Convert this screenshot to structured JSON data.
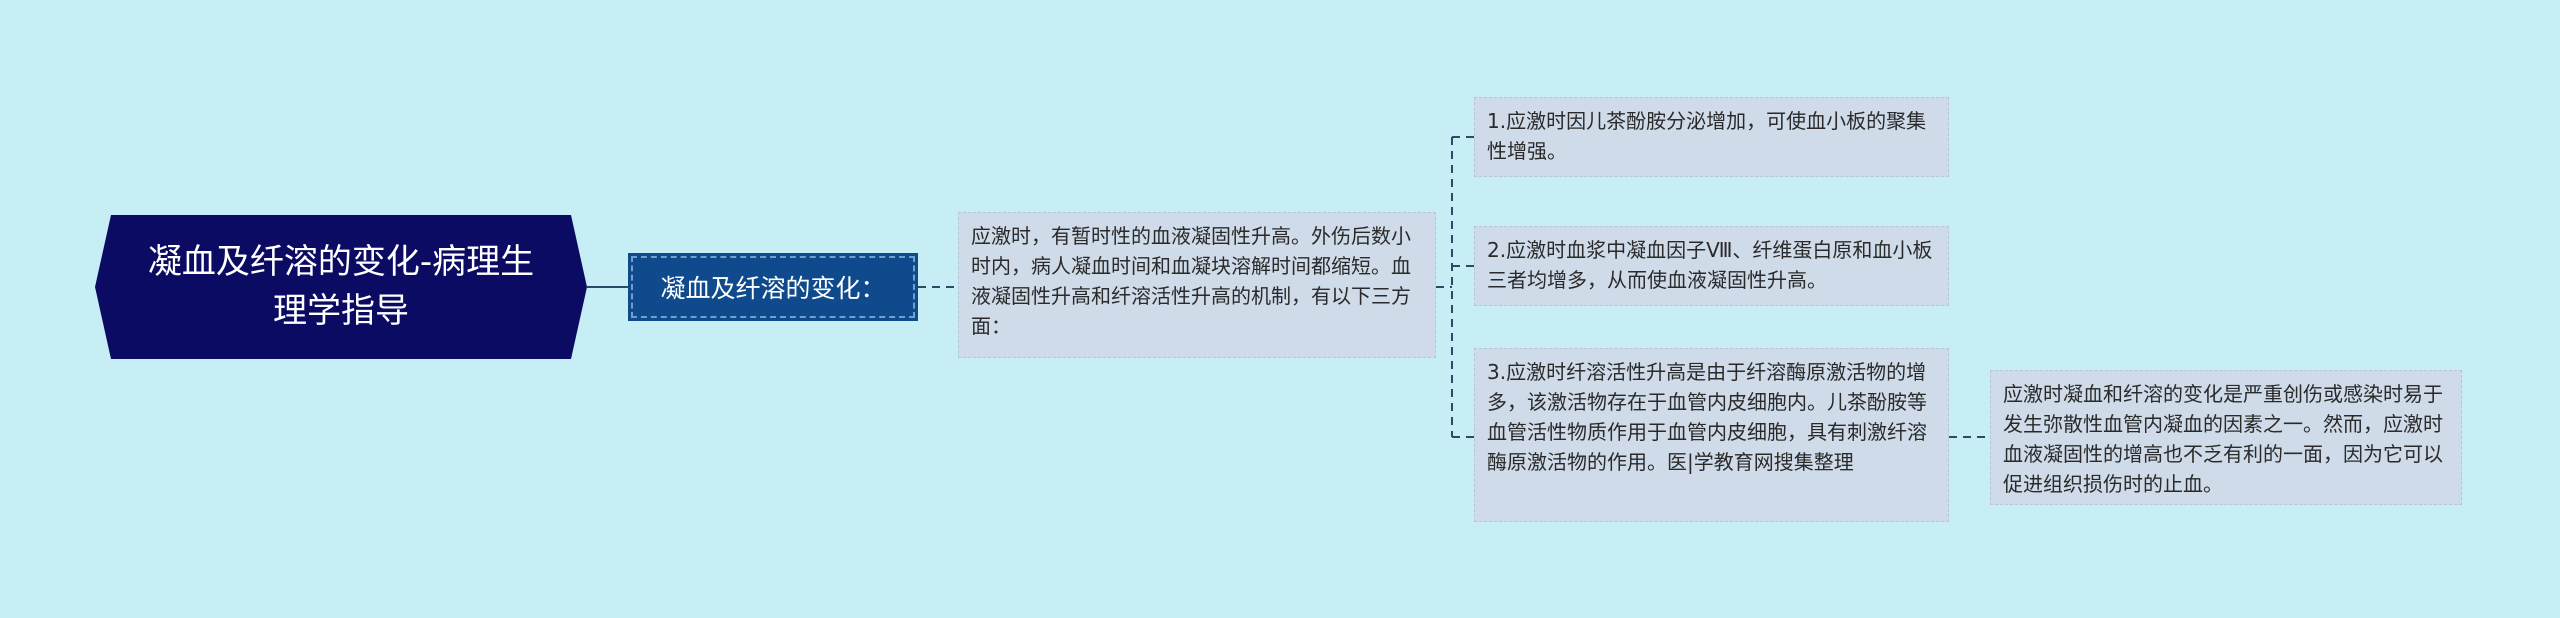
{
  "root": {
    "title": "凝血及纤溶的变化-病理生理学指导"
  },
  "level1": {
    "label": "凝血及纤溶的变化："
  },
  "mid": {
    "text": "应激时，有暂时性的血液凝固性升高。外伤后数小时内，病人凝血时间和血凝块溶解时间都缩短。血液凝固性升高和纤溶活性升高的机制，有以下三方面："
  },
  "children": [
    {
      "text": "1.应激时因儿茶酚胺分泌增加，可使血小板的聚集性增强。"
    },
    {
      "text": "2.应激时血浆中凝血因子Ⅷ、纤维蛋白原和血小板三者均增多，从而使血液凝固性升高。"
    },
    {
      "text": "3.应激时纤溶活性升高是由于纤溶酶原激活物的增多，该激活物存在于血管内皮细胞内。儿茶酚胺等血管活性物质作用于血管内皮细胞，具有刺激纤溶酶原激活物的作用。医|学教育网搜集整理"
    }
  ],
  "detail": {
    "text": "应激时凝血和纤溶的变化是严重创伤或感染时易于发生弥散性血管内凝血的因素之一。然而，应激时血液凝固性的增高也不乏有利的一面，因为它可以促进组织损伤时的止血。"
  },
  "colors": {
    "background": "#c8eef5",
    "root": "#0b0b63",
    "level1": "#0e4a8c",
    "box": "#cfdbe9",
    "connector": "#2c4a66"
  }
}
